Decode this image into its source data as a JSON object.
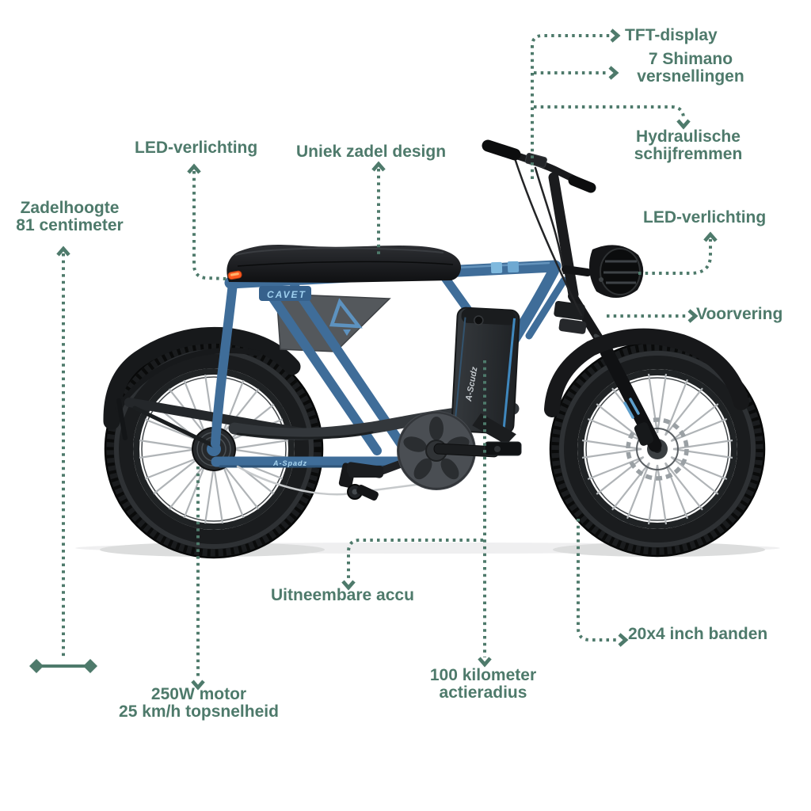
{
  "colors": {
    "label": "#4e7a6b",
    "frame": "#3f6d99",
    "frame_dark": "#2e5478",
    "frame_light": "#6b9ac2",
    "accent": "#7fb9de",
    "battery_stripe": "#3f87bd",
    "taillight": "#ff5a1f",
    "tire": "#1a1c1e",
    "spoke": "#b0b4b7"
  },
  "annotations": {
    "tft_display": {
      "lines": [
        "TFT-display"
      ]
    },
    "shimano_gears": {
      "lines": [
        "7 Shimano",
        "versnellingen"
      ]
    },
    "hydraulic_brakes": {
      "lines": [
        "Hydraulische",
        "schijfremmen"
      ]
    },
    "led_front": {
      "lines": [
        "LED-verlichting"
      ]
    },
    "front_suspension": {
      "lines": [
        "Voorvering"
      ]
    },
    "led_rear": {
      "lines": [
        "LED-verlichting"
      ]
    },
    "saddle_design": {
      "lines": [
        "Uniek zadel design"
      ]
    },
    "saddle_height": {
      "lines": [
        "Zadelhoogte",
        "81 centimeter"
      ]
    },
    "removable_battery": {
      "lines": [
        "Uitneembare accu"
      ]
    },
    "range": {
      "lines": [
        "100 kilometer",
        "actieradius"
      ]
    },
    "tires": {
      "lines": [
        "20x4 inch banden"
      ]
    },
    "motor": {
      "lines": [
        "250W motor",
        "25 km/h topsnelheid"
      ]
    }
  },
  "bike": {
    "frame_brand": "CAVET",
    "battery_brand": "A-Scudz",
    "chainstay_brand": "A-Spadz"
  }
}
